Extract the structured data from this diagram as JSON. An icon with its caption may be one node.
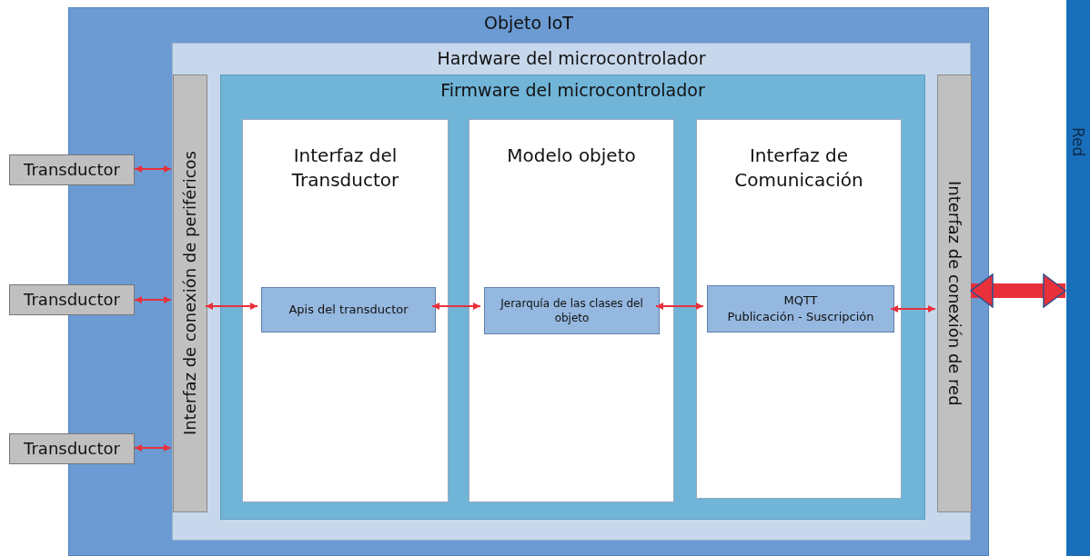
{
  "diagram": {
    "nodes": [
      {
        "text": [
          "Objeto IoT"
        ]
      },
      {
        "text": [
          "Hardware del microcontrolador"
        ],
        "in": 0
      },
      {
        "text": [
          "Interfaz de conexión de periféricos"
        ],
        "in": 1
      },
      {
        "text": [
          "Firmware del microcontrolador"
        ],
        "in": 1
      },
      {
        "text": [
          "Interfaz del Transductor"
        ],
        "in": 3
      },
      {
        "text": [
          "Apis del transductor"
        ],
        "in": 4
      },
      {
        "text": [
          "Modelo objeto"
        ],
        "in": 3
      },
      {
        "text": [
          "Jerarquía de las clases del objeto"
        ],
        "in": 6
      },
      {
        "text": [
          "Interfaz de Comunicación"
        ],
        "in": 3
      },
      {
        "text": [
          "MQTT",
          "Publicación - Suscripción"
        ],
        "in": 8
      },
      {
        "text": [
          "Interfaz de conexión de red"
        ],
        "in": 1
      },
      {
        "text": [
          "Red"
        ]
      },
      {
        "text": [
          "Transductor"
        ]
      },
      {
        "text": [
          "Transductor"
        ]
      },
      {
        "text": [
          "Transductor"
        ]
      }
    ],
    "edges": [
      {
        "from": 12,
        "to": 2,
        "arrow": "both"
      },
      {
        "from": 13,
        "to": 2,
        "arrow": "both"
      },
      {
        "from": 14,
        "to": 2,
        "arrow": "both"
      },
      {
        "from": 2,
        "to": 5,
        "arrow": "both"
      },
      {
        "from": 5,
        "to": 7,
        "arrow": "both"
      },
      {
        "from": 7,
        "to": 9,
        "arrow": "both"
      },
      {
        "from": 9,
        "to": 10,
        "arrow": "both"
      },
      {
        "from": 10,
        "to": 11,
        "arrow": "both",
        "style": "thick"
      }
    ]
  }
}
